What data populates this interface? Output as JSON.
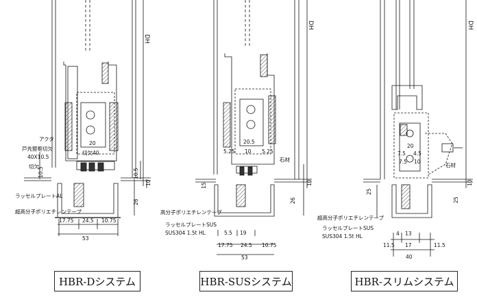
{
  "systems": [
    {
      "caption": "HBR-Dシステム",
      "dh": "DH",
      "labels": {
        "akuta": "アクタ",
        "tobira": "戸先竪框切欠",
        "tobira_size": "40X10.5",
        "kiri": "切欠",
        "kiri40": "切欠40",
        "plate": "ラッセルプレートAL",
        "tape": "超高分子ポリエチレンテープ"
      },
      "dims": {
        "d20": "20",
        "d10_5a": "10.5",
        "d10_5b": "10.5",
        "d10": "10",
        "d26": "26",
        "d17_75": "17.75",
        "d24_5": "24.5",
        "d10_75": "10.75",
        "d53": "53"
      }
    },
    {
      "caption": "HBR-SUSシステム",
      "dh": "DH",
      "labels": {
        "ishizai": "石材",
        "tape": "高分子ポリエチレンテープ",
        "plate": "ラッセルプレートSUS",
        "spec": "SUS304 1.5t HL"
      },
      "dims": {
        "d20_5": "20.5",
        "d5_25a": "5.25",
        "d10": "10",
        "d5_25b": "5.25",
        "d15": "15",
        "d10b": "10",
        "d26": "26",
        "d5_5": "5.5",
        "d19": "19",
        "d17_75": "17.75",
        "d24_5": "24.5",
        "d10_75": "10.75",
        "d53": "53"
      }
    },
    {
      "caption": "HBR-スリムシステム",
      "dh": "DH",
      "labels": {
        "ishizai": "石材",
        "tape": "超高分子ポリエチレンテープ",
        "plate": "ラッセルプレートSUS",
        "spec": "SUS304 1.5t HL"
      },
      "dims": {
        "d20": "20",
        "d7_5a": "7.5",
        "d4_5": "4.5",
        "d7_5b": "7.5",
        "d10": "10",
        "d25": "25",
        "d10b": "10",
        "d25b": "25",
        "d4": "4",
        "d13": "13",
        "d11_5a": "11.5",
        "d17": "17",
        "d11_5b": "11.5",
        "d40": "40"
      }
    }
  ]
}
